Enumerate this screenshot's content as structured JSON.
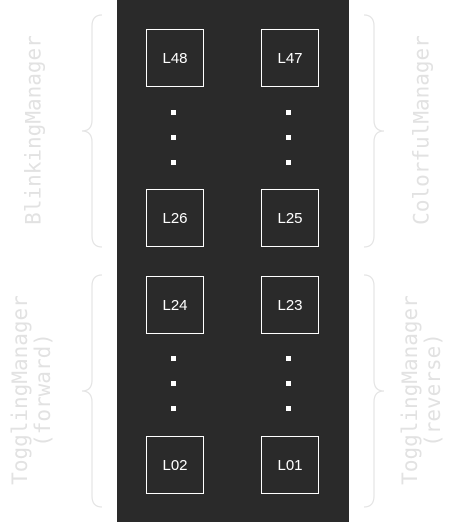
{
  "leds": {
    "l48": "L48",
    "l47": "L47",
    "l26": "L26",
    "l25": "L25",
    "l24": "L24",
    "l23": "L23",
    "l02": "L02",
    "l01": "L01"
  },
  "labels": {
    "blinking": "BlinkingManager",
    "colorful": "ColorfulManager",
    "toggling_forward_line1": "TogglingManager",
    "toggling_forward_line2": "(forward)",
    "toggling_reverse_line1": "TogglingManager",
    "toggling_reverse_line2": "(reverse)"
  },
  "colors": {
    "panel": "#2a2a2a",
    "led_border": "#ffffff",
    "label_text": "#e2e2e2"
  }
}
